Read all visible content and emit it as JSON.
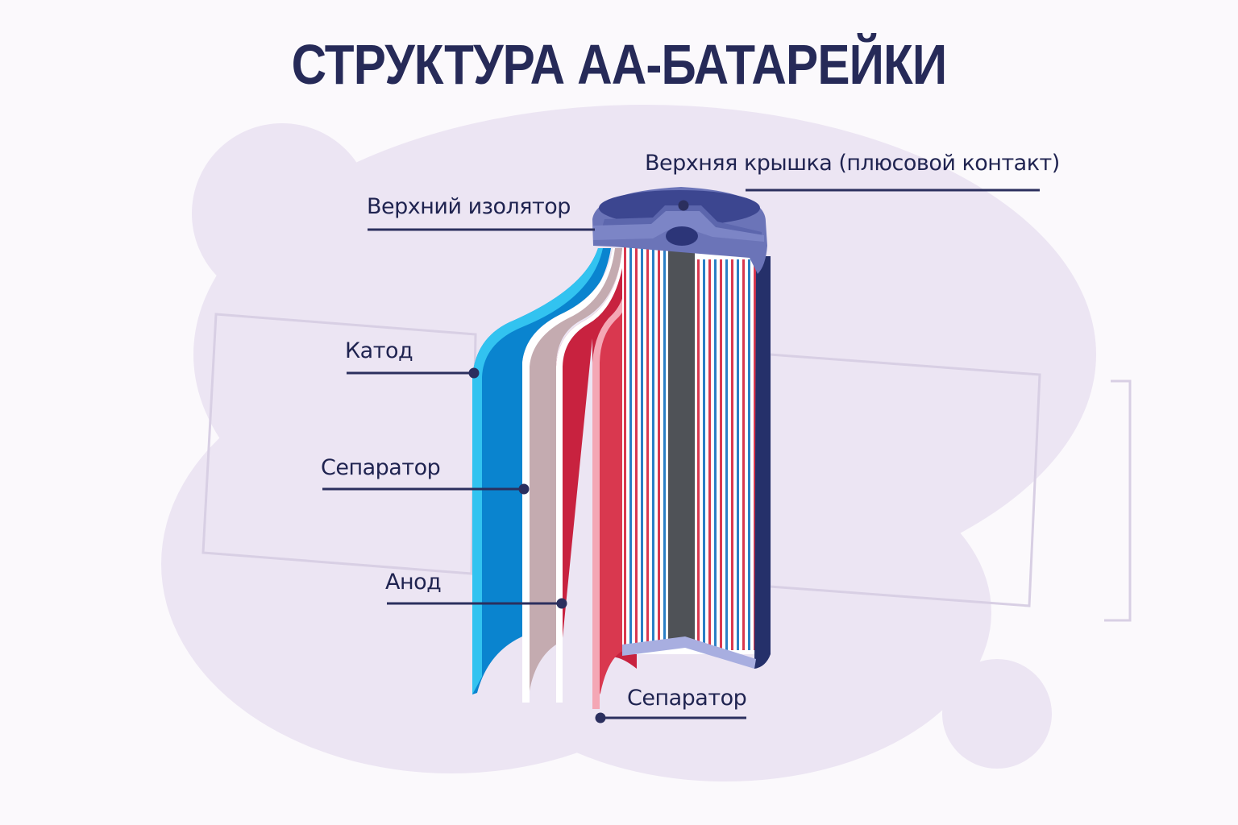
{
  "title": "СТРУКТУРА АА-БАТАРЕЙКИ",
  "labels": {
    "top_cap": "Верхняя крышка (плюсовой контакт)",
    "top_insulator": "Верхний изолятор",
    "cathode": "Катод",
    "separator_outer": "Сепаратор",
    "anode": "Анод",
    "separator_inner": "Сепаратор"
  },
  "colors": {
    "title": "#262a58",
    "cathode": "#0a84cf",
    "separator": "#c2a8ad",
    "anode": "#c8223f",
    "cap": "#5a64a8",
    "core": "#4f5257",
    "casing": "#25306a",
    "background_blob": "#ece5f3"
  }
}
